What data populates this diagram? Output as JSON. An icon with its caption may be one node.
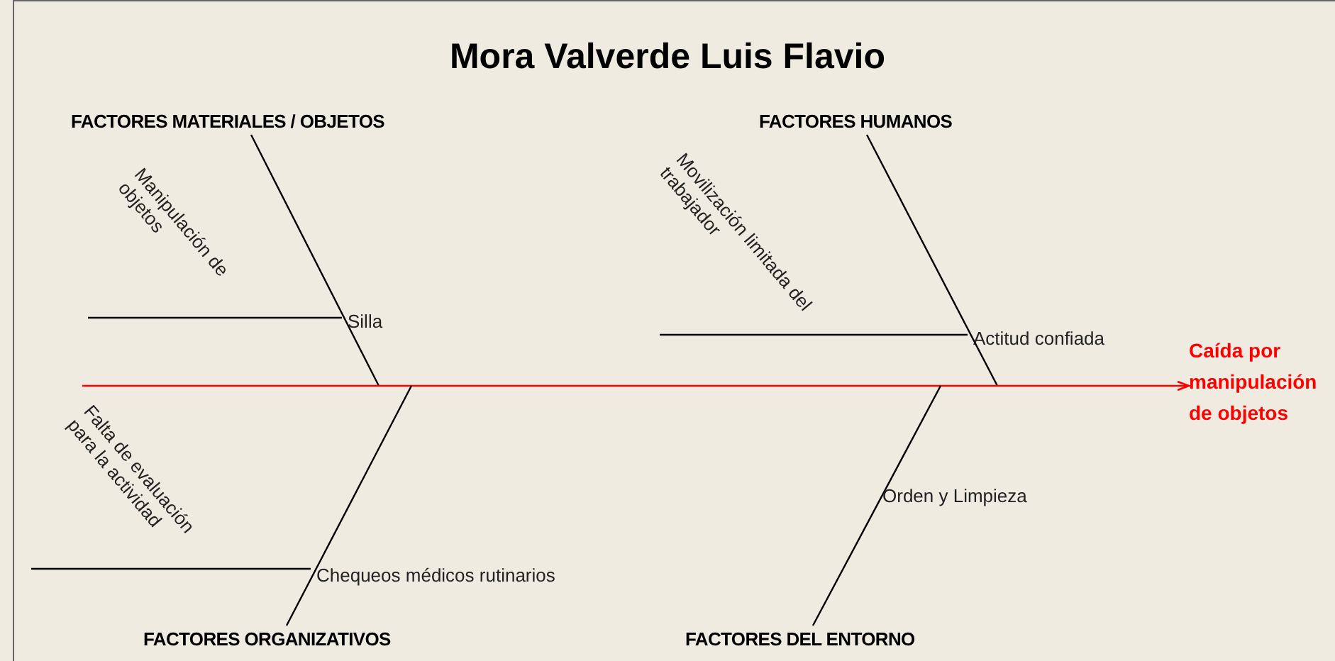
{
  "diagram": {
    "title": "Mora Valverde Luis Flavio",
    "nodes": [
      {
        "text": [
          "FACTORES MATERIALES / OBJETOS"
        ]
      },
      {
        "text": [
          "FACTORES HUMANOS"
        ]
      },
      {
        "text": [
          "Silla"
        ]
      },
      {
        "text": [
          "Actitud confiada"
        ]
      },
      {
        "text": [
          "Caída por manipulación de objetos"
        ]
      },
      {
        "text": [
          "Chequeos médicos rutinarios"
        ]
      },
      {
        "text": [
          "FACTORES ORGANIZATIVOS"
        ]
      },
      {
        "text": [
          "FACTORES DEL ENTORNO"
        ]
      }
    ],
    "edges": [
      {
        "from": 0,
        "to": null,
        "arrow": "none"
      },
      {
        "from": null,
        "to": 2,
        "arrow": "none"
      },
      {
        "from": 1,
        "to": null,
        "arrow": "none"
      },
      {
        "from": null,
        "to": 3,
        "arrow": "none"
      },
      {
        "from": null,
        "to": 4,
        "arrow": "to",
        "color": "#ff0000"
      },
      {
        "from": 6,
        "to": null,
        "arrow": "none"
      },
      {
        "from": null,
        "to": 5,
        "arrow": "none"
      },
      {
        "from": 7,
        "to": null,
        "arrow": "none"
      }
    ],
    "labels": [
      "Manipulación de objetos",
      "Movilización limitada del trabajador",
      "Falta de evaluación para la actividad",
      "Orden y Limpieza"
    ]
  }
}
